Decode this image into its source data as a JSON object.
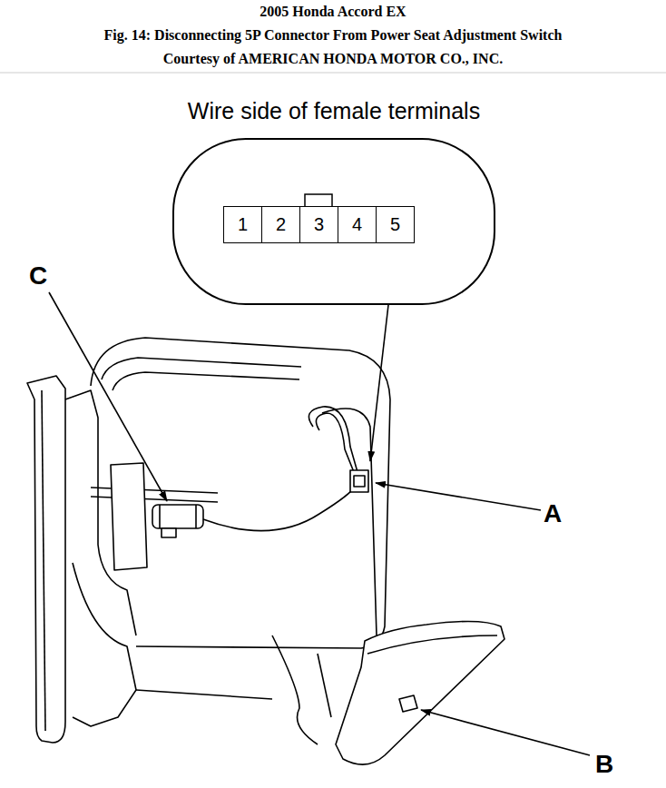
{
  "diagram": {
    "title": "2005 Honda Accord EX",
    "caption": "Fig. 14: Disconnecting 5P Connector From Power Seat Adjustment Switch",
    "nodes": [
      {
        "text": [
          "Wire side of female terminals"
        ]
      },
      {
        "text": [
          "1"
        ],
        "in": 0
      },
      {
        "text": [
          "2"
        ],
        "in": 0
      },
      {
        "text": [
          "3"
        ],
        "in": 0
      },
      {
        "text": [
          "4"
        ],
        "in": 0
      },
      {
        "text": [
          "5"
        ],
        "in": 0
      }
    ],
    "labels": [
      "Courtesy of AMERICAN HONDA MOTOR CO., INC.",
      "C",
      "A",
      "B"
    ]
  }
}
